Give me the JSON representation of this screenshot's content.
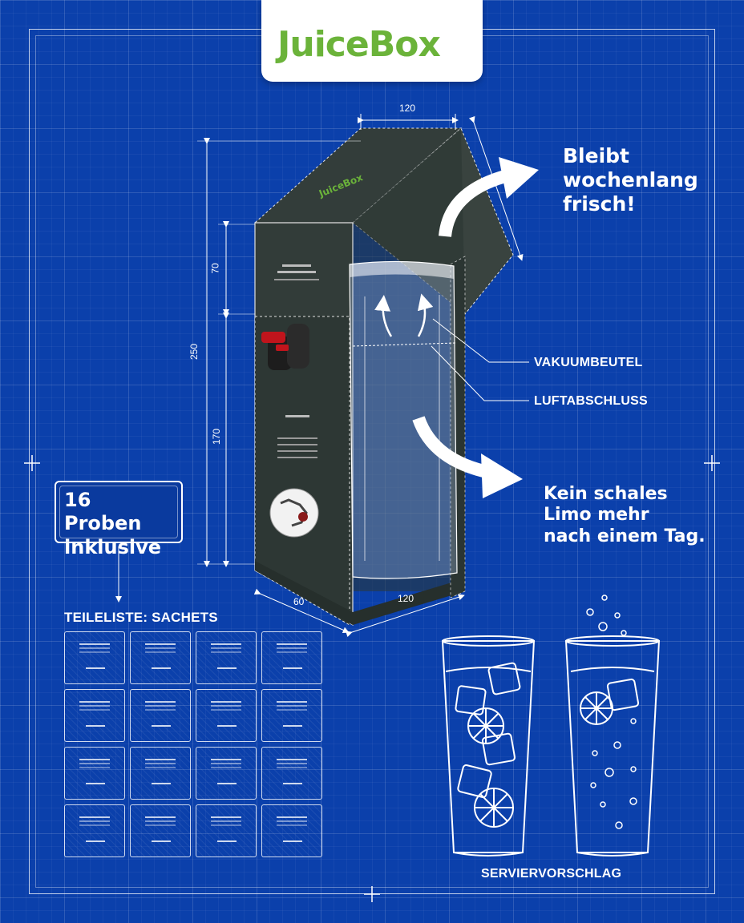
{
  "logo": {
    "brand": "JuiceBox"
  },
  "colors": {
    "background": "#0b40ab",
    "accent_green": "#6bb33a",
    "box": "#2f3a37",
    "tap_red": "#c0141c"
  },
  "dimensions": {
    "top_width": "120",
    "total_height": "250",
    "upper_height": "70",
    "lower_height": "170",
    "depth": "60",
    "bottom_width": "120"
  },
  "callouts": {
    "fresh_line1": "Bleibt",
    "fresh_line2": "wochenlang",
    "fresh_line3": "frisch!",
    "stale_line1": "Kein schales",
    "stale_line2": "Limo mehr",
    "stale_line3": "nach einem Tag."
  },
  "labels": {
    "vacuum_bag": "VAKUUMBEUTEL",
    "airtight": "LUFTABSCHLUSS"
  },
  "samples_badge": {
    "line1": "16 Proben",
    "line2": "inklusive"
  },
  "parts_list": {
    "title": "TEILELISTE: SACHETS",
    "count": 16
  },
  "serving": {
    "title": "SERVIERVORSCHLAG"
  },
  "icons": [
    "arrow-curved-up-icon",
    "arrow-curved-down-icon",
    "glass-icon",
    "ice-cube-icon",
    "lemon-slice-icon",
    "tap-icon"
  ]
}
